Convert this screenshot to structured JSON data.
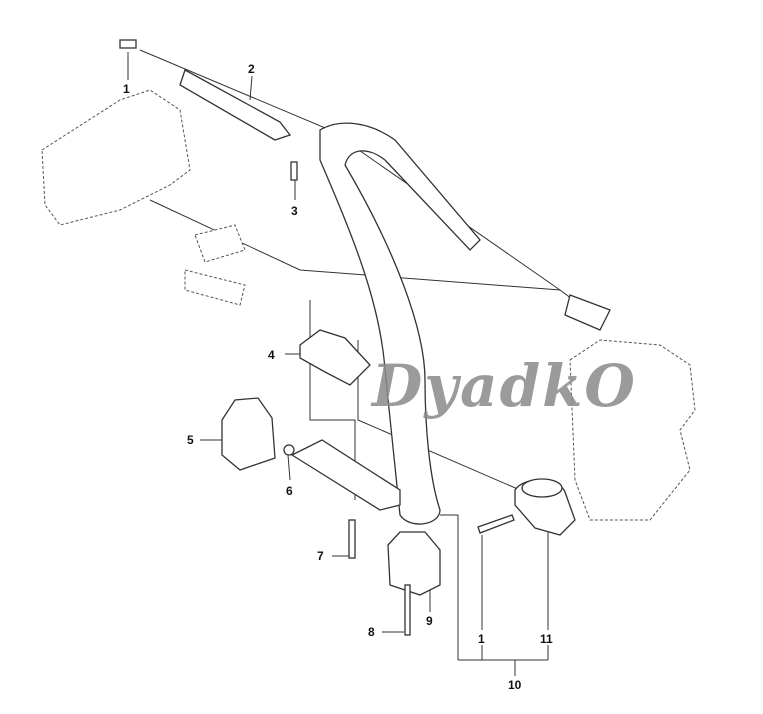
{
  "watermark": "DyadkO",
  "callouts": [
    {
      "id": "c1a",
      "text": "1"
    },
    {
      "id": "c2",
      "text": "2"
    },
    {
      "id": "c3",
      "text": "3"
    },
    {
      "id": "c4",
      "text": "4"
    },
    {
      "id": "c5",
      "text": "5"
    },
    {
      "id": "c6",
      "text": "6"
    },
    {
      "id": "c7",
      "text": "7"
    },
    {
      "id": "c8",
      "text": "8"
    },
    {
      "id": "c9",
      "text": "9"
    },
    {
      "id": "c1b",
      "text": "1"
    },
    {
      "id": "c11",
      "text": "11"
    },
    {
      "id": "c10",
      "text": "10"
    }
  ]
}
